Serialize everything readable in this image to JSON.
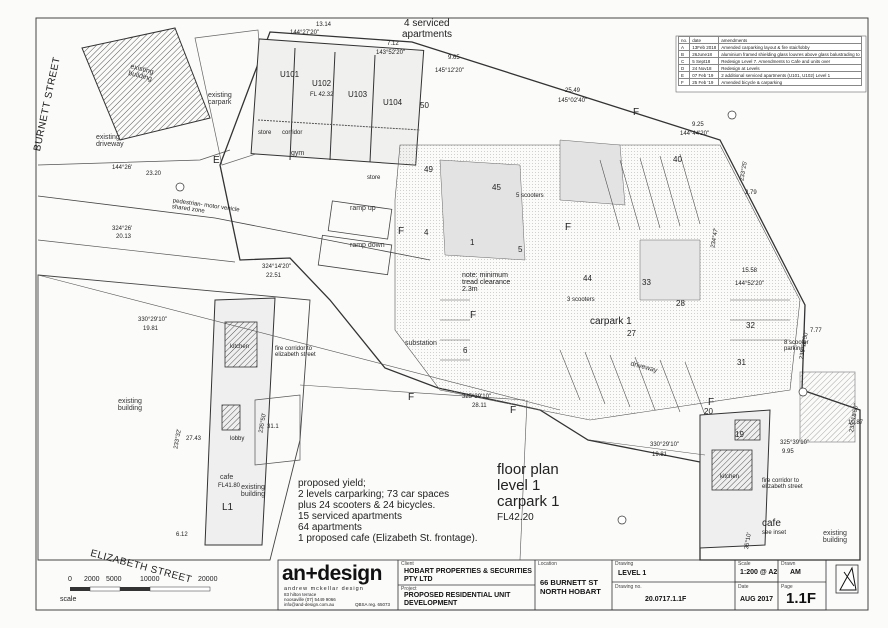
{
  "sheet_title": {
    "line1": "floor plan",
    "line2": "level 1",
    "line3": "carpark 1",
    "level": "FL42.20"
  },
  "summary": {
    "heading": "proposed yield;",
    "lines": [
      "2 levels carparking; 73 car spaces",
      "plus 24 scooters & 24 bicycles.",
      "15 serviced apartments",
      "64 apartments",
      "1 proposed cafe (Elizabeth St. frontage)."
    ]
  },
  "plan_labels": {
    "serviced_apartments": "4 serviced",
    "serviced_apartments_2": "apartments",
    "burnett_street": "BURNETT STREET",
    "elizabeth_street": "ELIZABETH STREET",
    "existing_building_a": "existing building",
    "existing_building_b": "existing building",
    "existing_building_c": "existing building",
    "existing_building_d": "existing building",
    "existing_carpark": "existing carpark",
    "existing_driveway": "existing driveway",
    "ped_zone": "pedestrian- motor vehicle shared zone",
    "gym": "gym",
    "store": "store",
    "store2": "store",
    "corridor": "corridor",
    "ramp_up": "ramp up",
    "ramp_down": "ramp down",
    "substation": "substation",
    "carpark": "carpark 1",
    "driveway": "driveway",
    "fire_corridor_1": "fire corridor to elizabeth street",
    "fire_corridor_2": "fire corridor to elizabeth street",
    "kitchen_1": "kitchen",
    "kitchen_2": "kitchen",
    "lobby": "lobby",
    "cafe_1": "cafe",
    "cafe_1_level": "FL41.80",
    "cafe_2": "cafe",
    "cafe_2_note": "see inset",
    "l1": "L1",
    "note": "note: minimum tread clearance 2.3m",
    "scooters_1": "5 scooters",
    "scooters_2": "3 scooters",
    "scooter_parking": "8 scooter parking",
    "units": [
      "U101",
      "U102",
      "U103",
      "U104"
    ],
    "u102_level": "FL 42.32",
    "letters": [
      "E",
      "F",
      "F",
      "F",
      "F",
      "F",
      "F",
      "F"
    ]
  },
  "space_numbers": [
    "49",
    "45",
    "40",
    "44",
    "33",
    "28",
    "32",
    "27",
    "31",
    "20",
    "19",
    "6",
    "4",
    "50",
    "1",
    "5"
  ],
  "dimensions": [
    "13.14",
    "7.12",
    "9.65",
    "25.49",
    "9.25",
    "2.79",
    "23.20",
    "20.13",
    "22.51",
    "15.58",
    "19.81",
    "28.11",
    "19.81",
    "31.1",
    "27.43",
    "6.12",
    "9.95",
    "10.87",
    "7.77"
  ],
  "bearings": [
    "144°27'20\"",
    "143°52'20\"",
    "145°12'20\"",
    "145°02'40\"",
    "144°44'20\"",
    "144°26'",
    "324°26'",
    "324°14'20\"",
    "330°29'10\"",
    "325°39'10\"",
    "330°29'10\"",
    "233°25'",
    "234°47'",
    "144°52'20\"",
    "235°18'50\"",
    "325°39'10\"",
    "235°18'50\"",
    "233°32'",
    "235°50'",
    "35°10'"
  ],
  "amendments": {
    "headers": [
      "no.",
      "date",
      "amendments"
    ],
    "rows": [
      [
        "A",
        "13Feb 2018",
        "Amended carparking layout & fire stair/lobby"
      ],
      [
        "B",
        "26June18",
        "aluminium framed shielding glass louvres above glass balustrading to acoustic consultant's report"
      ],
      [
        "C",
        "5 Sept18",
        "Redesign Level 7. Amendments to Cafe and units over"
      ],
      [
        "D",
        "24 Nov18",
        "Redesign at Levels"
      ],
      [
        "E",
        "07 Feb '19",
        "2 additional serviced apartments (U101, U102) Level 1"
      ],
      [
        "F",
        "25 Feb '19",
        "Amended bicycle & carparking"
      ]
    ]
  },
  "scale": {
    "ticks": [
      "0",
      "2000",
      "5000",
      "10000",
      "20000"
    ],
    "label": "scale"
  },
  "title_block": {
    "logo": "an+design",
    "logo_sub": "andrew mckellar design",
    "address_1": "83 hilton terrace",
    "address_2": "noosaville (07) 5449 9066",
    "email": "info@and-design.com.au",
    "qbsa": "QBSA reg. 65073",
    "client_h": "Client",
    "client_v": "HOBART PROPERTIES & SECURITIES PTY LTD",
    "project_h": "Project",
    "project_v": "PROPOSED RESIDENTIAL UNIT DEVELOPMENT",
    "location_h": "Location",
    "location_v": "66 BURNETT ST NORTH HOBART",
    "drawing_h": "Drawing",
    "drawing_v": "LEVEL 1",
    "drawing_no_h": "Drawing no.",
    "drawing_no_v": "20.0717.1.1F",
    "scale_h": "Scale",
    "scale_v": "1:200 @ A2",
    "date_h": "Date",
    "date_v": "AUG 2017",
    "drawn_h": "Drawn",
    "drawn_v": "AM",
    "page_h": "Page",
    "page_v": "1.1F"
  },
  "colors": {
    "ink": "#333333",
    "hatch": "#555555",
    "paper": "#fbfbfa",
    "shade": "#d9d9d9"
  }
}
